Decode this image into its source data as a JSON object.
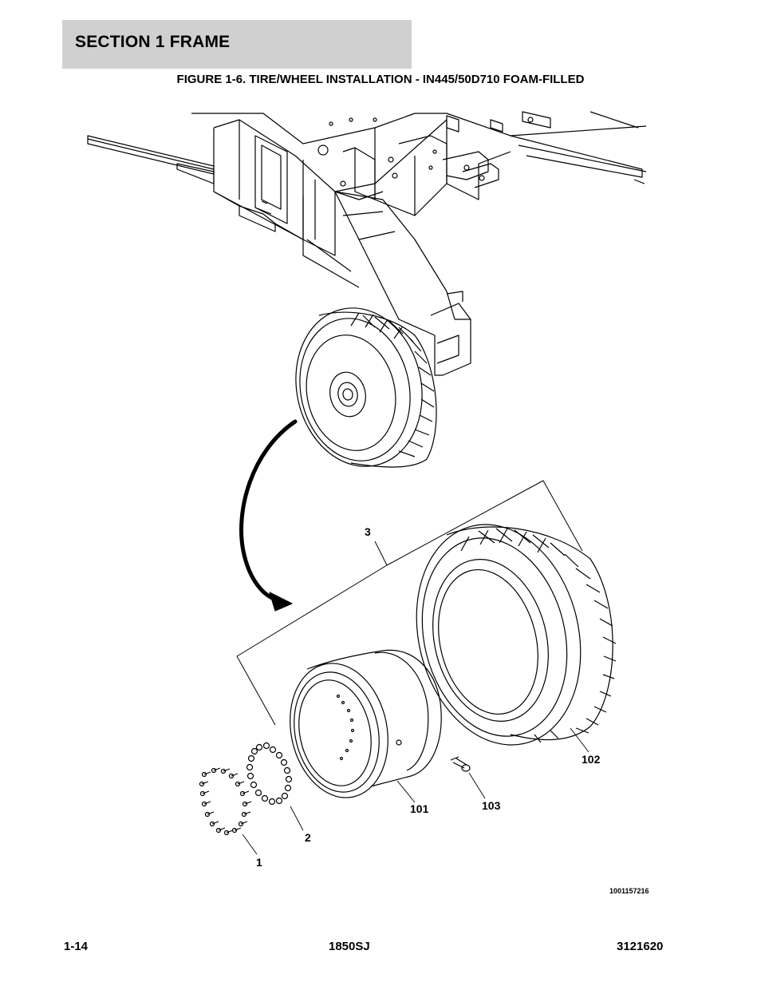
{
  "header": {
    "section": "SECTION 1  FRAME"
  },
  "figure": {
    "title": "FIGURE 1-6. TIRE/WHEEL INSTALLATION - IN445/50D710 FOAM-FILLED"
  },
  "callouts": {
    "c1": "1",
    "c2": "2",
    "c3": "3",
    "c101": "101",
    "c102": "102",
    "c103": "103"
  },
  "drawing_number": "1001157216",
  "footer": {
    "page": "1-14",
    "model": "1850SJ",
    "manual": "3121620"
  }
}
